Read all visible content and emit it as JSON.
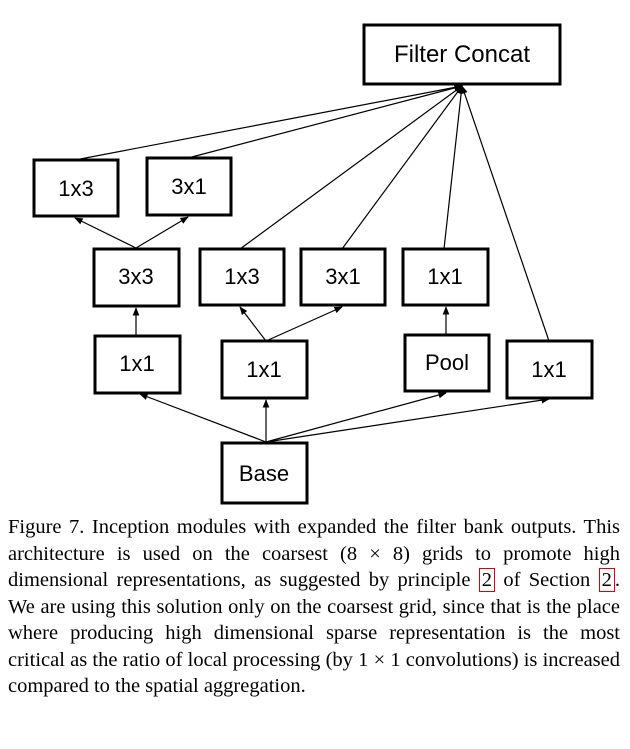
{
  "diagram": {
    "nodes": {
      "filter_concat": "Filter Concat",
      "n1x3_top": "1x3",
      "n3x1_top": "3x1",
      "n3x3": "3x3",
      "n1x3_mid": "1x3",
      "n3x1_mid": "3x1",
      "n1x1_mid": "1x1",
      "n1x1_a": "1x1",
      "n1x1_b": "1x1",
      "pool": "Pool",
      "n1x1_c": "1x1",
      "base": "Base"
    }
  },
  "caption": {
    "part1": "Figure 7. Inception modules with expanded the filter bank outputs. This architecture is used on the coarsest (8 × 8) grids to promote high dimensional representations, as suggested by principle",
    "ref1": "2",
    "part2": "of Section",
    "ref2": "2",
    "part3": ". We are using this solution only on the coarsest grid, since that is the place where producing high dimensional sparse representation is the most critical as the ratio of local processing (by 1 × 1 convolutions) is increased compared to the spatial aggregation."
  }
}
